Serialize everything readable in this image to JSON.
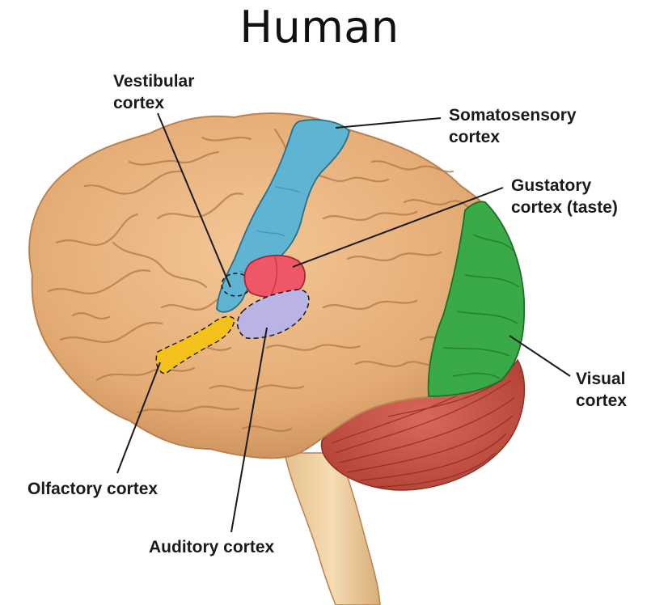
{
  "title": "Human",
  "labels": {
    "vestibular": [
      "Vestibular",
      "cortex"
    ],
    "somatosensory": [
      "Somatosensory",
      "cortex"
    ],
    "gustatory": [
      "Gustatory",
      "cortex (taste)"
    ],
    "visual": [
      "Visual",
      "cortex"
    ],
    "olfactory": [
      "Olfactory cortex"
    ],
    "auditory": [
      "Auditory cortex"
    ]
  },
  "colors": {
    "brain": "#e7b27c",
    "brain_outline": "#b98250",
    "somatosensory": "#5fb4d2",
    "gustatory": "#ee5767",
    "auditory": "#b9b3e6",
    "olfactory": "#f4c21a",
    "visual": "#3aa947",
    "cerebellum": "#c9564a",
    "brainstem": "#edd0a3"
  }
}
